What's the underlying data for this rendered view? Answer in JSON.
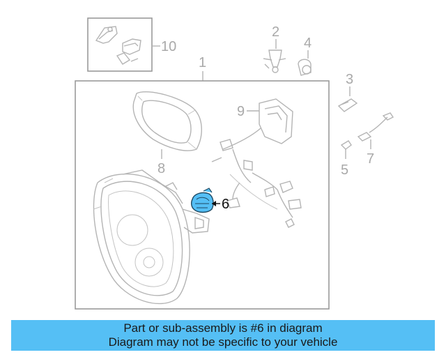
{
  "diagram": {
    "callouts": {
      "c1": "1",
      "c2": "2",
      "c3": "3",
      "c4": "4",
      "c5": "5",
      "c6": "6",
      "c7": "7",
      "c8": "8",
      "c9": "9",
      "c10": "10"
    },
    "highlighted_part": "6",
    "highlight_color": "#55bff5"
  },
  "caption": {
    "line1": "Part or sub-assembly is #6 in diagram",
    "line2": "Diagram may not be specific to your vehicle",
    "background": "#55bff5"
  }
}
